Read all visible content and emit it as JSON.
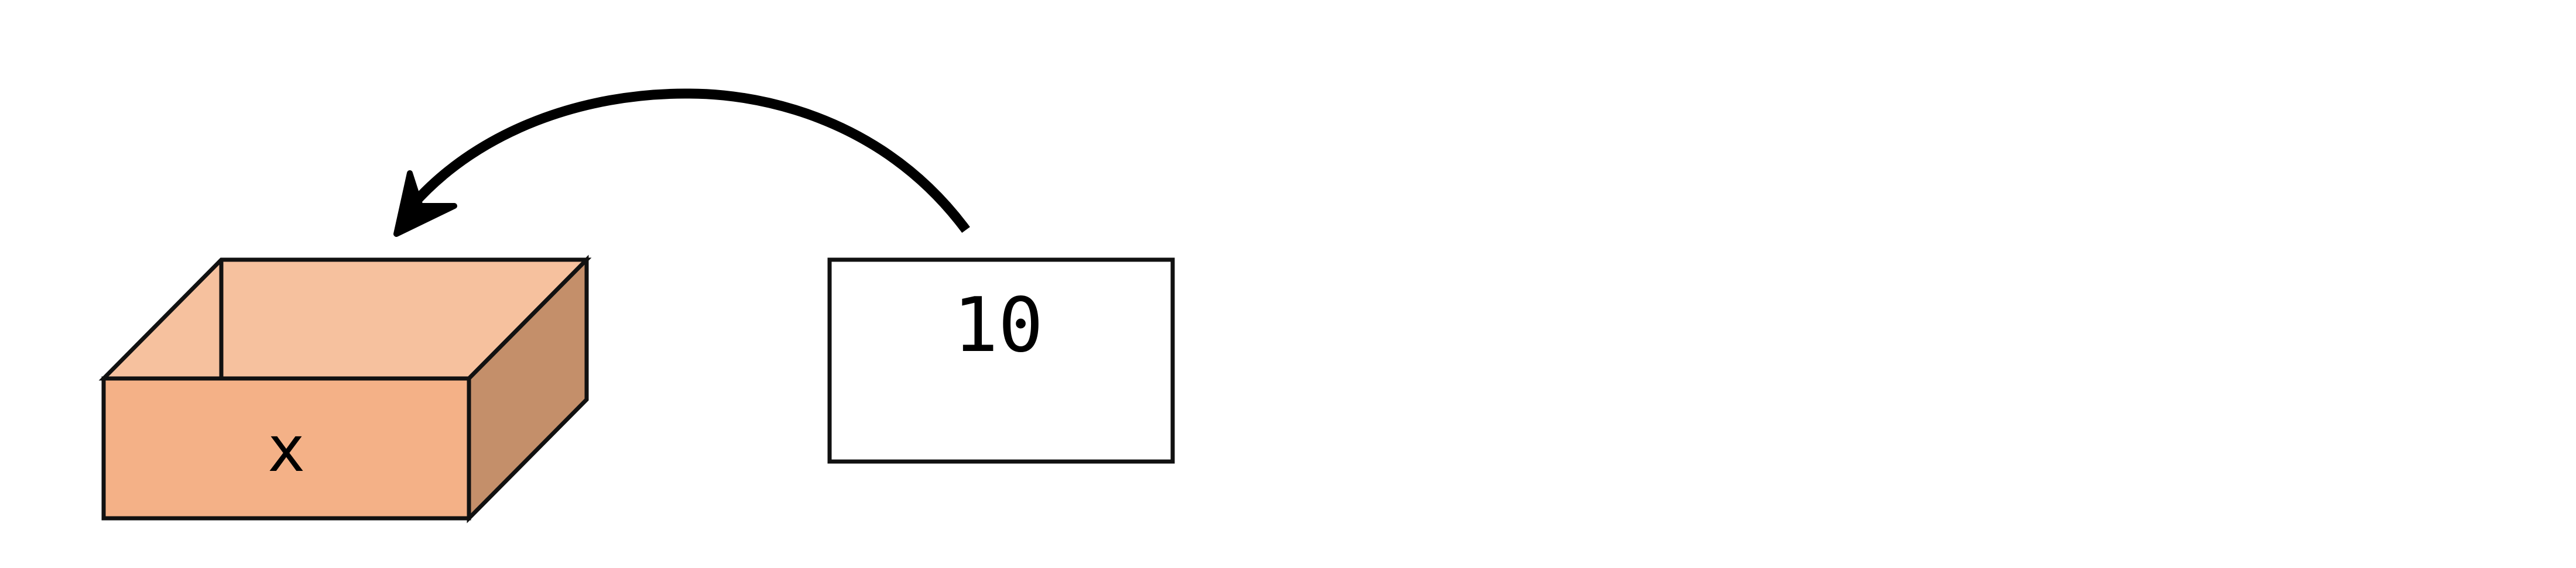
{
  "diagram": {
    "variable_box": {
      "label": "x",
      "colors": {
        "top": "#F6C19E",
        "front": "#F4B187",
        "side": "#C48F6A",
        "outline": "#111111"
      }
    },
    "value_box": {
      "value": "10",
      "colors": {
        "fill": "#FFFFFF",
        "outline": "#111111"
      }
    },
    "arrow": {
      "from": "value_box",
      "to": "variable_box",
      "color": "#000000"
    }
  }
}
